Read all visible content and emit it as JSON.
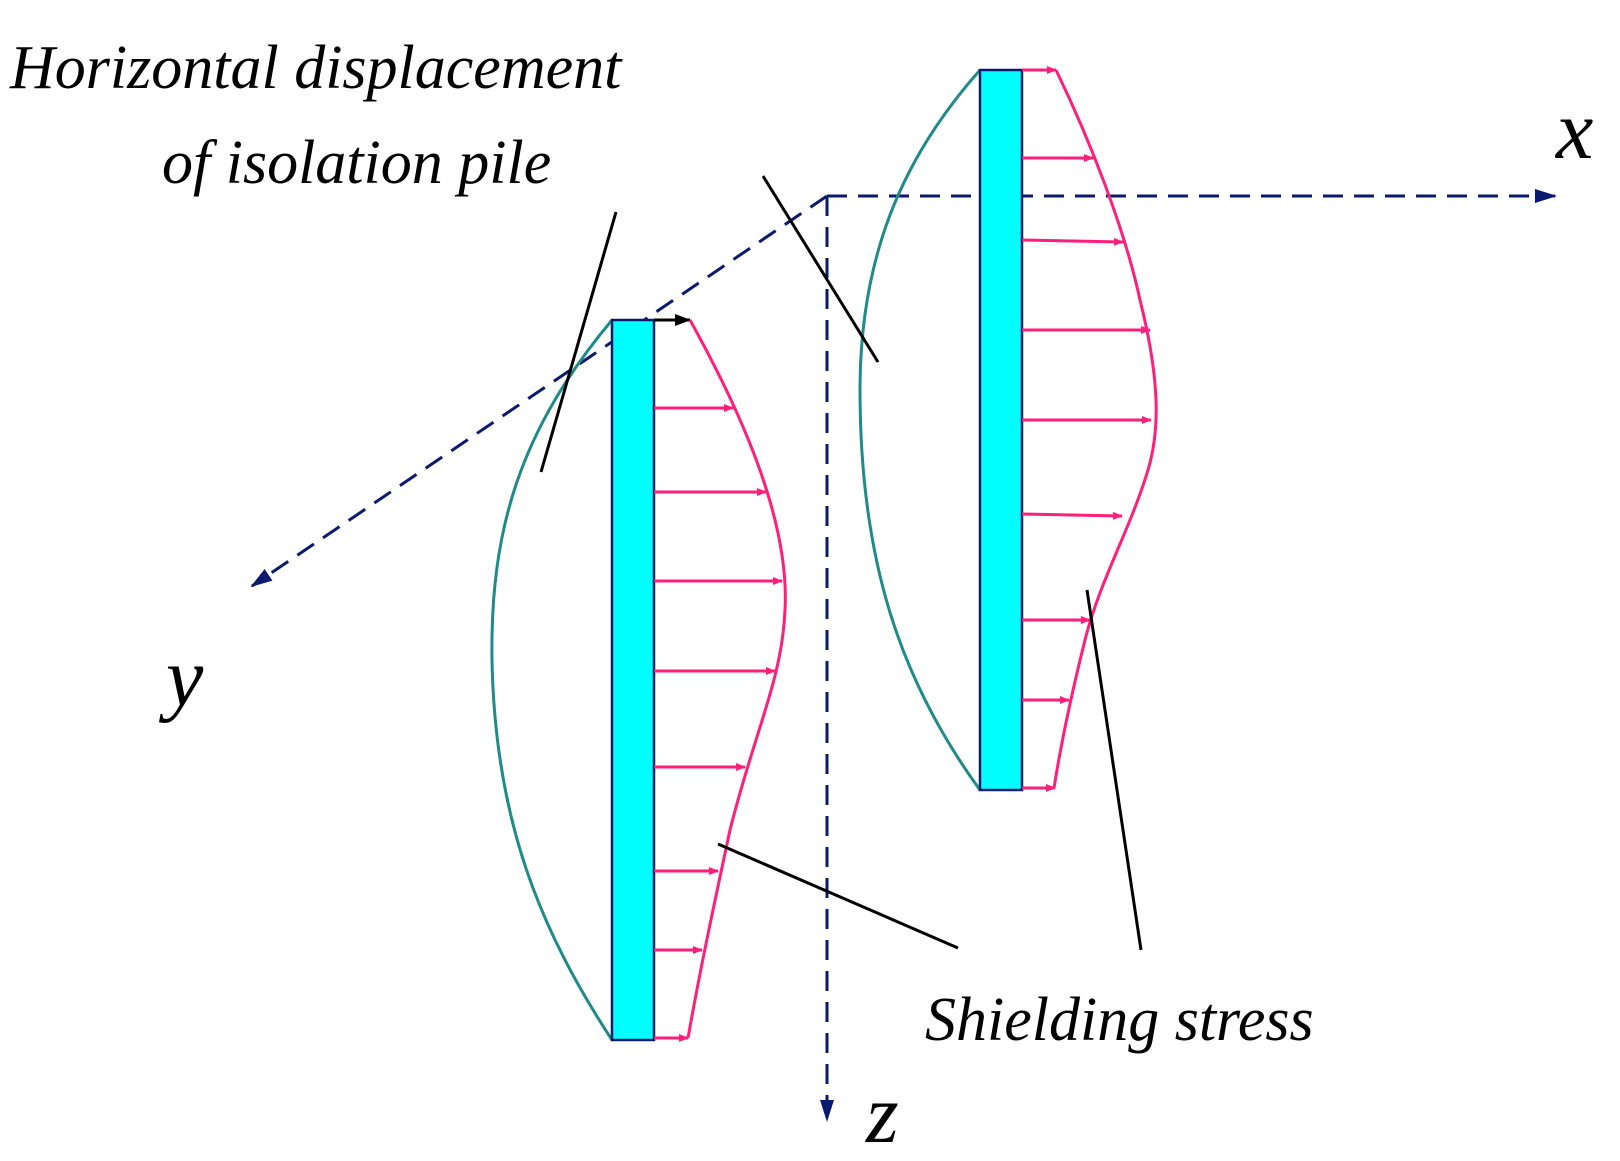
{
  "labels": {
    "displacement_line1": "Horizontal displacement",
    "displacement_line2": "of isolation pile",
    "shielding_stress": "Shielding stress"
  },
  "axes": {
    "x": "x",
    "y": "y",
    "z": "z"
  },
  "colors": {
    "axis": "#0a1a6e",
    "pile_fill": "#00ffff",
    "pile_stroke": "#0a1a6e",
    "displacement_curve": "#1f8a8a",
    "stress_curve": "#ff1f7a",
    "leader": "#000000"
  }
}
